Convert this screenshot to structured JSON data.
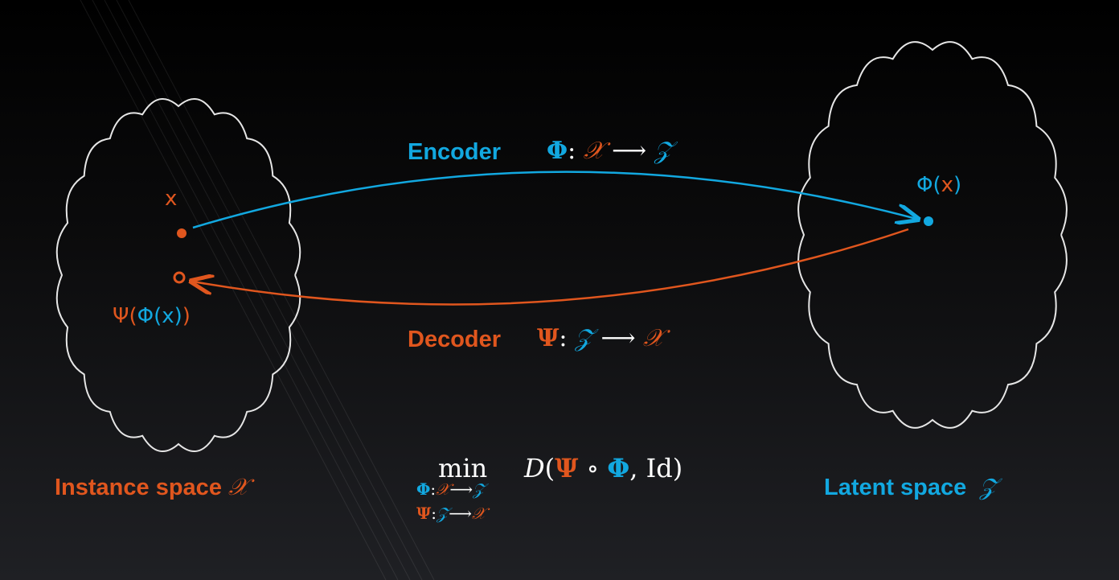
{
  "colors": {
    "encoder": "#12a8e0",
    "decoder": "#e0561e",
    "cloud": "#e6e6e6"
  },
  "encoder": {
    "label": "Encoder",
    "phi": "Φ",
    "colon": ":",
    "domain": "𝒳",
    "arrow": "⟶",
    "codomain": "𝒵"
  },
  "decoder": {
    "label": "Decoder",
    "psi": "Ψ",
    "colon": ":",
    "domain": "𝒵",
    "arrow": "⟶",
    "codomain": "𝒳"
  },
  "instance_space": {
    "label": "Instance space",
    "symbol": "𝒳"
  },
  "latent_space": {
    "label": "Latent space",
    "symbol": "𝒵"
  },
  "points": {
    "x": "x",
    "reconstruction_psi": "Ψ(",
    "reconstruction_phi": "Φ(x)",
    "reconstruction_close": ")",
    "encoded_phi": "Φ(",
    "encoded_x": "x",
    "encoded_close": ")"
  },
  "objective": {
    "min": "min",
    "D": "D",
    "open": "(",
    "psi": "Ψ",
    "compose": " ∘ ",
    "phi": "Φ",
    "rest": ", Id)",
    "sub1": {
      "phi": "Φ",
      "colon": ":",
      "from": "𝒳",
      "arrow": "⟶",
      "to": "𝒵"
    },
    "sub2": {
      "psi": "Ψ",
      "colon": ":",
      "from": "𝒵",
      "arrow": "⟶",
      "to": "𝒳"
    }
  }
}
